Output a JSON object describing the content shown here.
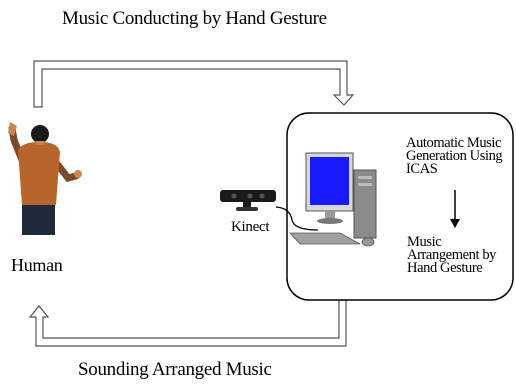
{
  "title": "Music Conducting by Hand Gesture",
  "bottom_label": "Sounding Arranged Music",
  "human_label": "Human",
  "kinect_label": "Kinect",
  "steps": [
    {
      "lines": [
        "Automatic Music",
        "Generation Using",
        "ICAS"
      ]
    },
    {
      "lines": [
        "Music",
        "Arrangement by",
        "Hand Gesture"
      ]
    }
  ],
  "colors": {
    "monitor_screen": "#1a1aff",
    "shirt": "#b8652c",
    "tower": "#8a8a8a"
  }
}
